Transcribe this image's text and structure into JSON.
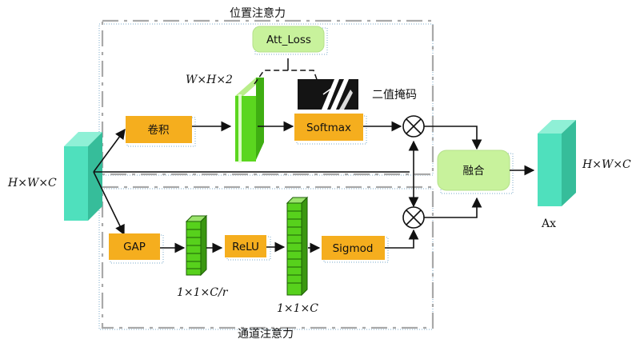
{
  "regions": {
    "position_attention": "位置注意力",
    "channel_attention": "通道注意力"
  },
  "inputs": {
    "input_dim": "H×W×C",
    "output_dim": "H×W×C",
    "output_name": "Ax"
  },
  "position_branch": {
    "conv_label": "卷积",
    "feature_dim": "W×H×2",
    "softmax_label": "Softmax",
    "loss_label": "Att_Loss",
    "mask_label": "二值掩码"
  },
  "channel_branch": {
    "gap_label": "GAP",
    "reduced_dim": "1×1×C/r",
    "relu_label": "ReLU",
    "full_dim": "1×1×C",
    "sigmoid_label": "Sigmod"
  },
  "fusion": {
    "fusion_label": "融合",
    "multiply_icon": "multiply-circle-icon"
  },
  "colors": {
    "orange": "#f5ae1e",
    "light_green": "#c8f29c",
    "teal": "#4fe0bd",
    "green": "#57d11c",
    "frame_gray": "#a9a9a9"
  }
}
